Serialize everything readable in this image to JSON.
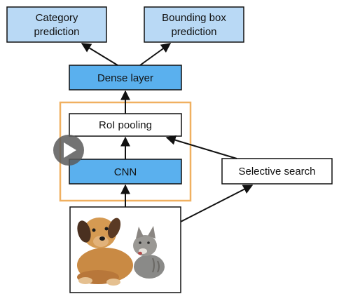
{
  "diagram": {
    "nodes": {
      "category_prediction": {
        "lines": [
          "Category",
          "prediction"
        ]
      },
      "bbox_prediction": {
        "lines": [
          "Bounding box",
          "prediction"
        ]
      },
      "dense_layer": {
        "label": "Dense layer"
      },
      "roi_pooling": {
        "label": "RoI pooling"
      },
      "cnn": {
        "label": "CNN"
      },
      "selective_search": {
        "label": "Selective search"
      }
    },
    "input_image": {
      "description_icon": "dog-and-kitten-photo-icon"
    }
  },
  "colors": {
    "blue_fill": "#86c4f4",
    "blue_fill_light": "#b9d9f5",
    "cnn_fill": "#5ab0ee",
    "dense_fill": "#5ab0ee",
    "white_fill": "#ffffff",
    "border": "#111111",
    "orange_outline": "#f0b060",
    "play_button": "#5a5a5a"
  }
}
